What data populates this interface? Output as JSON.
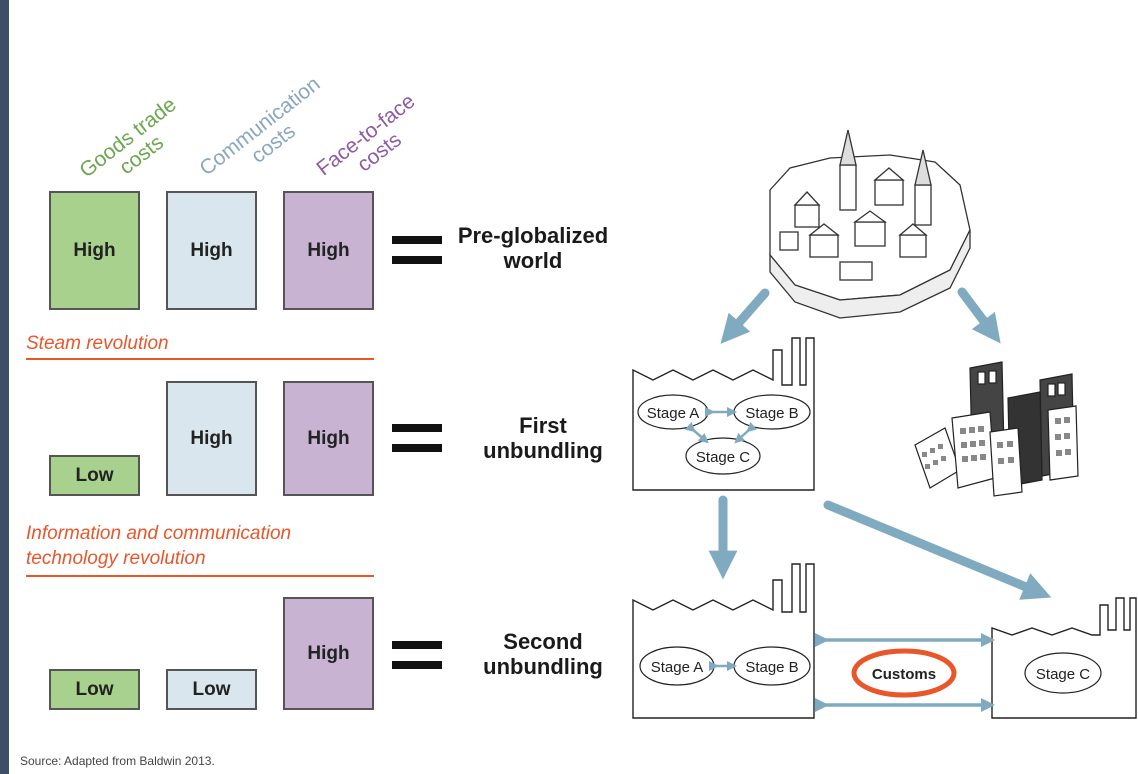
{
  "headers": {
    "goods_line1": "Goods trade",
    "goods_line2": "costs",
    "comm_line1": "Communication",
    "comm_line2": "costs",
    "face_line1": "Face-to-face",
    "face_line2": "costs"
  },
  "colors": {
    "goods": "#6aa84f",
    "communication": "#8aa6c1",
    "face": "#8e5ba6",
    "revolution": "#e8562a",
    "arrow": "#7faabf",
    "customs_ring": "#e8562a"
  },
  "rows": [
    {
      "goods": "High",
      "communication": "High",
      "face": "High",
      "result_line1": "Pre-globalized",
      "result_line2": "world"
    },
    {
      "goods": "Low",
      "communication": "High",
      "face": "High",
      "result_line1": "First",
      "result_line2": "unbundling"
    },
    {
      "goods": "Low",
      "communication": "Low",
      "face": "High",
      "result_line1": "Second",
      "result_line2": "unbundling"
    }
  ],
  "revolutions": {
    "steam": "Steam revolution",
    "ict_line1": "Information and communication",
    "ict_line2": "technology revolution"
  },
  "factories": {
    "stage_a": "Stage A",
    "stage_b": "Stage B",
    "stage_c": "Stage C",
    "customs": "Customs"
  },
  "source": "Source: Adapted from Baldwin 2013."
}
